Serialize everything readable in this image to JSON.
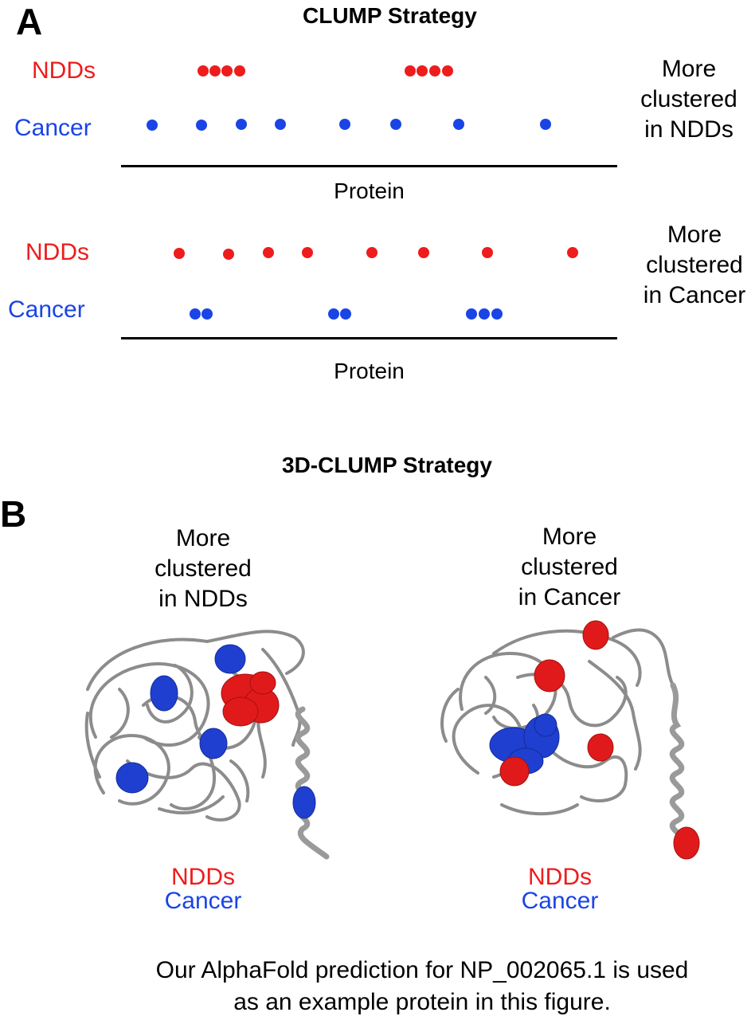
{
  "panel_a": {
    "letter": "A",
    "title": "CLUMP Strategy",
    "example1": {
      "ndd_label": "NDDs",
      "cancer_label": "Cancer",
      "note": [
        "More",
        "clustered",
        "in NDDs"
      ],
      "axis_label": "Protein"
    },
    "example2": {
      "ndd_label": "NDDs",
      "cancer_label": "Cancer",
      "note": [
        "More",
        "clustered",
        "in Cancer"
      ],
      "axis_label": "Protein"
    }
  },
  "panel_b": {
    "letter": "B",
    "title": "3D-CLUMP Strategy",
    "left": {
      "note": [
        "More",
        "clustered",
        "in NDDs"
      ],
      "legend_ndd": "NDDs",
      "legend_cancer": "Cancer"
    },
    "right": {
      "note": [
        "More",
        "clustered",
        "in Cancer"
      ],
      "legend_ndd": "NDDs",
      "legend_cancer": "Cancer"
    }
  },
  "footnote": [
    "Our AlphaFold prediction for NP_002065.1 is used",
    "as an example protein in this figure."
  ],
  "colors": {
    "ndd": "#ee1c1c",
    "cancer": "#1a44e6",
    "ribbon": "#8c8c8c"
  }
}
